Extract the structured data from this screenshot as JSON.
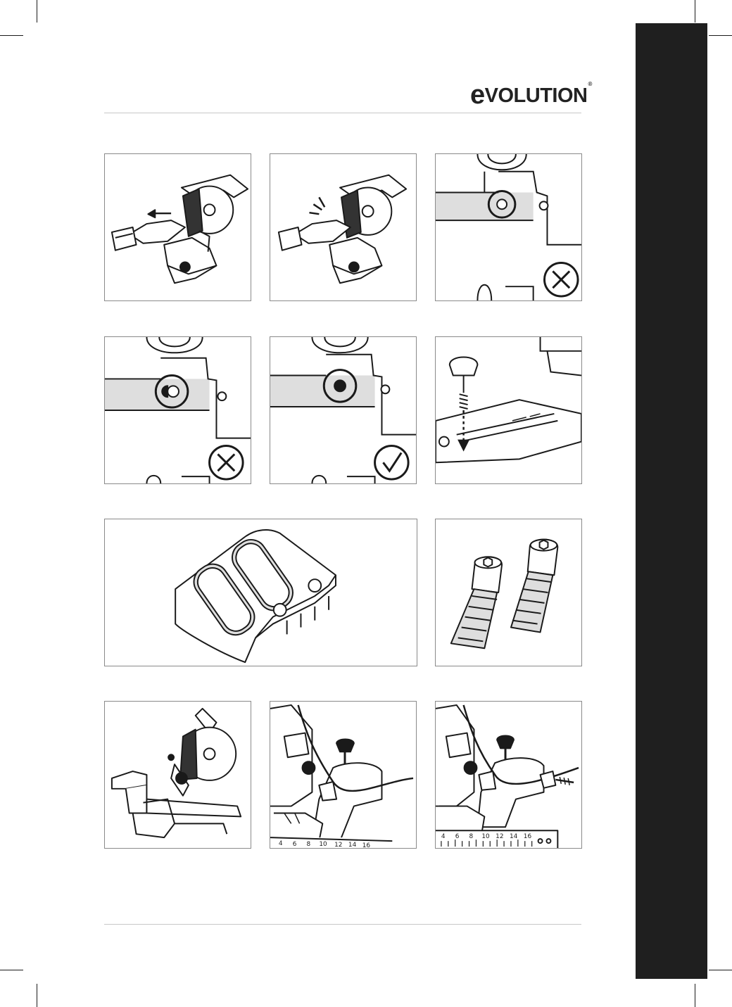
{
  "brand": {
    "logo_text": "EVOLUTION",
    "logo_initial": "e",
    "logo_rest": "VOLUTION",
    "registered_mark": "®"
  },
  "colors": {
    "ink": "#1a1a1a",
    "sidebar": "#1f1f1f",
    "panel_border": "#8a8a8a",
    "shade": "#dedede"
  },
  "figures": [
    {
      "id": "fig-1",
      "icon": "saw-carriage-slide-icon"
    },
    {
      "id": "fig-2",
      "icon": "saw-lock-click-icon"
    },
    {
      "id": "fig-3",
      "icon": "lock-pin-incorrect-icon",
      "status": "incorrect"
    },
    {
      "id": "fig-4",
      "icon": "lock-pin-half-incorrect-icon",
      "status": "incorrect"
    },
    {
      "id": "fig-5",
      "icon": "lock-pin-correct-icon",
      "status": "correct"
    },
    {
      "id": "fig-6",
      "icon": "knob-spring-insert-icon"
    },
    {
      "id": "fig-7",
      "icon": "chip-deflector-icon"
    },
    {
      "id": "fig-8",
      "icon": "hex-bolts-icon"
    },
    {
      "id": "fig-9",
      "icon": "saw-side-view-icon"
    },
    {
      "id": "fig-10",
      "icon": "fence-knob-cable-icon"
    },
    {
      "id": "fig-11",
      "icon": "fence-bolt-cable-icon"
    }
  ],
  "ruler_numbers": {
    "fig10": [
      "4",
      "6",
      "8",
      "10",
      "12",
      "14",
      "16"
    ],
    "fig11": [
      "4",
      "6",
      "8",
      "10",
      "12",
      "14",
      "16"
    ]
  }
}
